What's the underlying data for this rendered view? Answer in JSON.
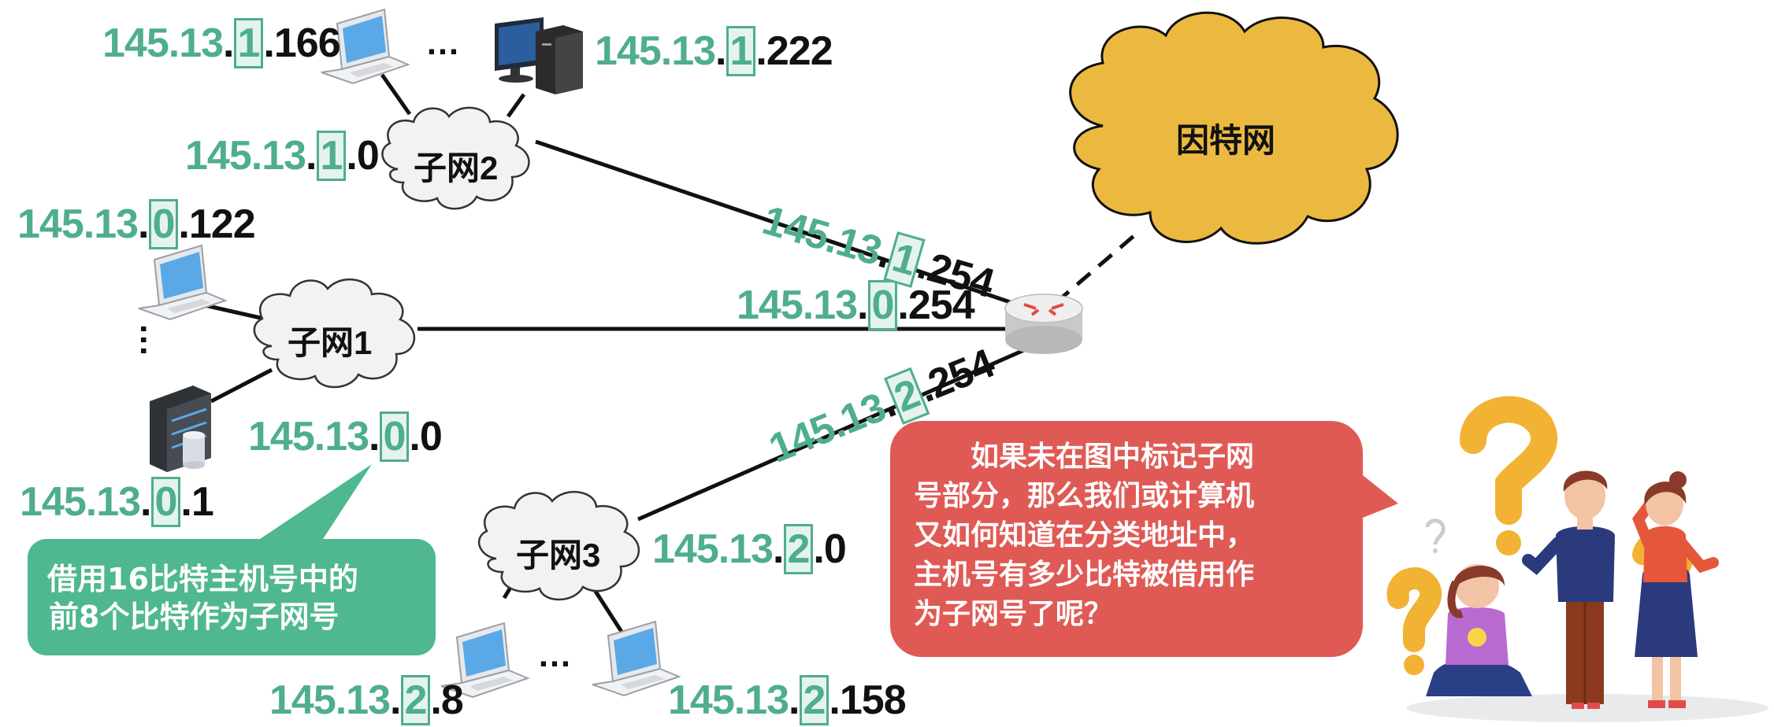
{
  "clouds": {
    "internet": "因特网",
    "subnet1": "子网1",
    "subnet2": "子网2",
    "subnet3": "子网3"
  },
  "ellipsis": "…",
  "ip_labels": [
    {
      "id": "s2-host-a",
      "net": "145.13",
      "sub": "1",
      "host": "166"
    },
    {
      "id": "s2-host-b",
      "net": "145.13",
      "sub": "1",
      "host": "222"
    },
    {
      "id": "s2-net",
      "net": "145.13",
      "sub": "1",
      "host": "0"
    },
    {
      "id": "s1-host-a",
      "net": "145.13",
      "sub": "0",
      "host": "122"
    },
    {
      "id": "s1-net",
      "net": "145.13",
      "sub": "0",
      "host": "0"
    },
    {
      "id": "s1-host-b",
      "net": "145.13",
      "sub": "0",
      "host": "1"
    },
    {
      "id": "r-s1",
      "net": "145.13",
      "sub": "0",
      "host": "254"
    },
    {
      "id": "r-s2",
      "net": "145.13",
      "sub": "1",
      "host": "254"
    },
    {
      "id": "r-s3",
      "net": "145.13",
      "sub": "2",
      "host": "254"
    },
    {
      "id": "s3-net",
      "net": "145.13",
      "sub": "2",
      "host": "0"
    },
    {
      "id": "s3-host-a",
      "net": "145.13",
      "sub": "2",
      "host": "8"
    },
    {
      "id": "s3-host-b",
      "net": "145.13",
      "sub": "2",
      "host": "158"
    }
  ],
  "green_callout": {
    "line1": "借用16比特主机号中的",
    "line2": "前8个比特作为子网号"
  },
  "red_callout": {
    "line1": "如果未在图中标记子网",
    "line2": "号部分，那么我们或计算机",
    "line3": "又如何知道在分类地址中，",
    "line4": "主机号有多少比特被借用作",
    "line5": "为子网号了呢？"
  },
  "colors": {
    "net": "#4fae8c",
    "internet_cloud": "#ecb940",
    "green_callout": "#4fb88f",
    "red_callout": "#e05a55",
    "question_mark": "#f2b233"
  }
}
